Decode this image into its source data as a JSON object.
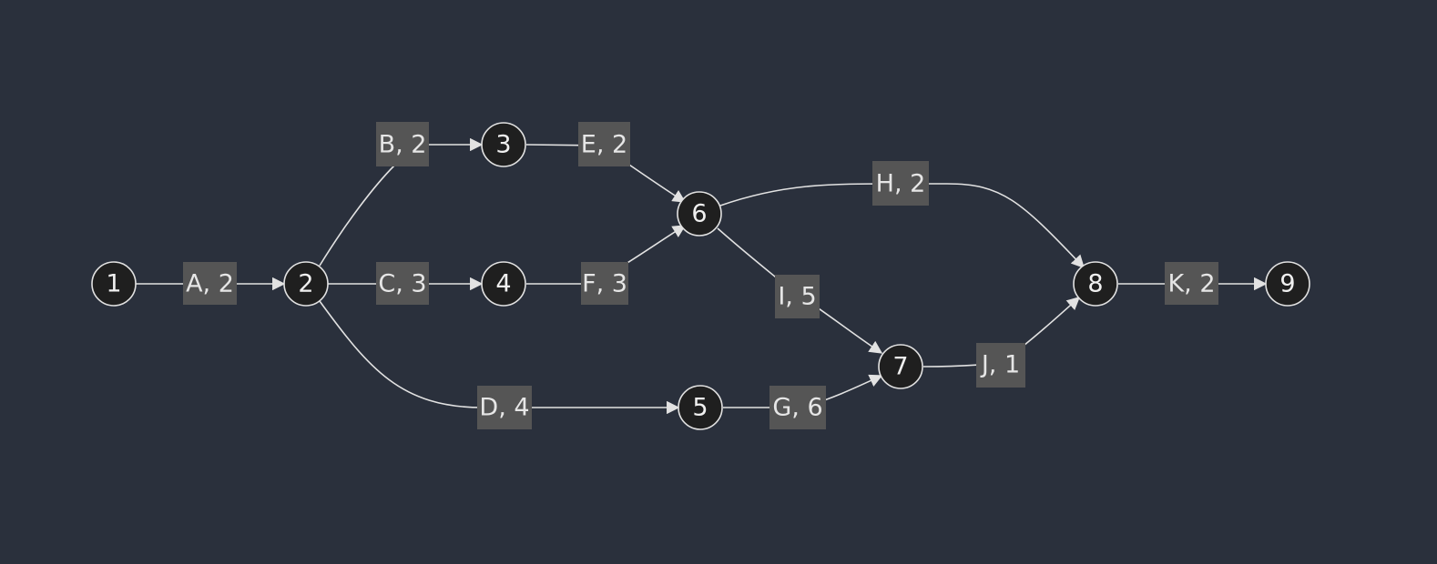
{
  "nodes": [
    {
      "id": "1",
      "label": "1"
    },
    {
      "id": "2",
      "label": "2"
    },
    {
      "id": "3",
      "label": "3"
    },
    {
      "id": "4",
      "label": "4"
    },
    {
      "id": "5",
      "label": "5"
    },
    {
      "id": "6",
      "label": "6"
    },
    {
      "id": "7",
      "label": "7"
    },
    {
      "id": "8",
      "label": "8"
    },
    {
      "id": "9",
      "label": "9"
    }
  ],
  "edges": [
    {
      "from": "1",
      "to": "2",
      "label": "A, 2"
    },
    {
      "from": "2",
      "to": "3",
      "label": "B, 2"
    },
    {
      "from": "2",
      "to": "4",
      "label": "C, 3"
    },
    {
      "from": "2",
      "to": "5",
      "label": "D, 4"
    },
    {
      "from": "3",
      "to": "6",
      "label": "E, 2"
    },
    {
      "from": "4",
      "to": "6",
      "label": "F, 3"
    },
    {
      "from": "5",
      "to": "7",
      "label": "G, 6"
    },
    {
      "from": "6",
      "to": "8",
      "label": "H, 2"
    },
    {
      "from": "6",
      "to": "7",
      "label": "I, 5"
    },
    {
      "from": "7",
      "to": "8",
      "label": "J, 1"
    },
    {
      "from": "8",
      "to": "9",
      "label": "K, 2"
    }
  ]
}
